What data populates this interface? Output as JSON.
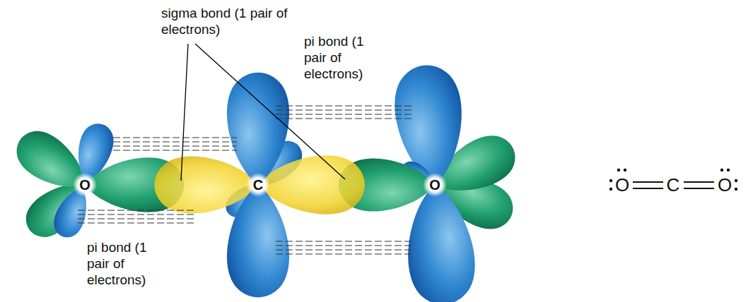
{
  "diagram": {
    "labels": [
      "sigma bond (1 pair of electrons)",
      "pi bond (1 pair of electrons)",
      "pi bond (1 pair of electrons)",
      "O",
      "C",
      "O",
      "O",
      "C",
      "O"
    ]
  }
}
